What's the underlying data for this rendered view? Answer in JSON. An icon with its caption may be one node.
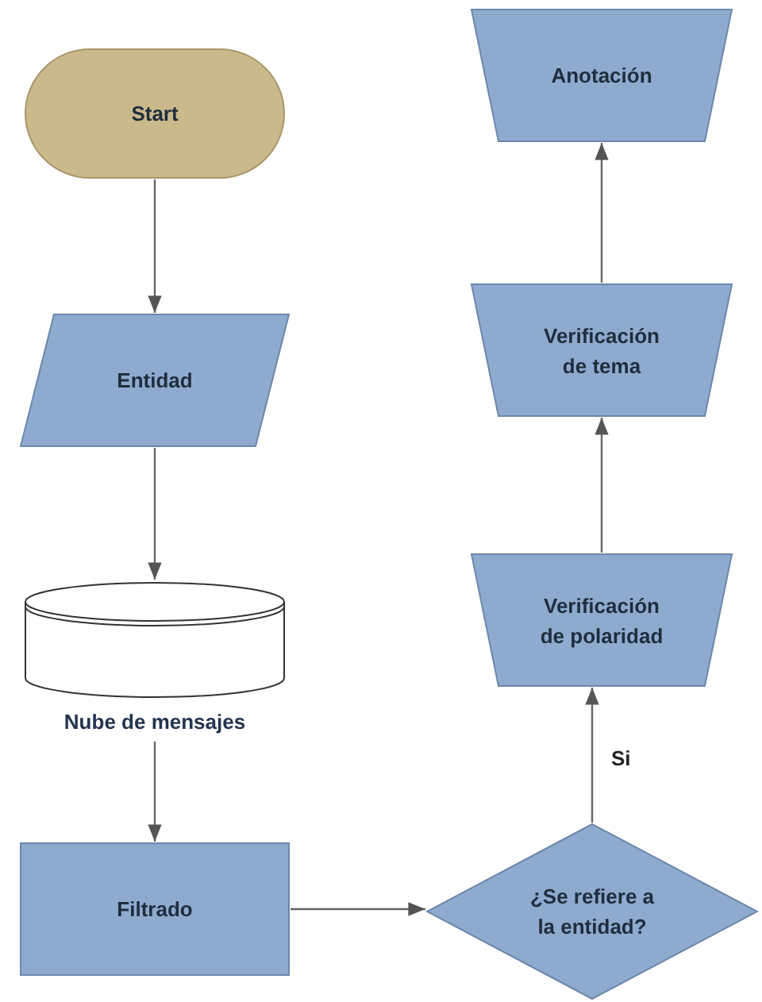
{
  "diagram": {
    "nodes": [
      {
        "text": [
          "Start"
        ]
      },
      {
        "text": [
          "Entidad"
        ]
      },
      {
        "text": [],
        "shape": "cylinder",
        "beside": [
          "Nube de mensajes"
        ]
      },
      {
        "text": [
          "Filtrado"
        ]
      },
      {
        "text": [
          "¿Se refiere a la entidad?"
        ]
      },
      {
        "text": [
          "Verificación de polaridad"
        ]
      },
      {
        "text": [
          "Verificación de tema"
        ]
      },
      {
        "text": [
          "Anotación"
        ]
      }
    ],
    "edges": [
      {
        "from": 0,
        "to": 1,
        "arrow": "to"
      },
      {
        "from": 1,
        "to": 2,
        "arrow": "to"
      },
      {
        "from": 2,
        "to": 3,
        "arrow": "to"
      },
      {
        "from": 3,
        "to": 4,
        "arrow": "to"
      },
      {
        "from": 4,
        "to": 5,
        "arrow": "to",
        "label": "Si"
      },
      {
        "from": 5,
        "to": 6,
        "arrow": "to"
      },
      {
        "from": 6,
        "to": 7,
        "arrow": "to"
      }
    ]
  }
}
